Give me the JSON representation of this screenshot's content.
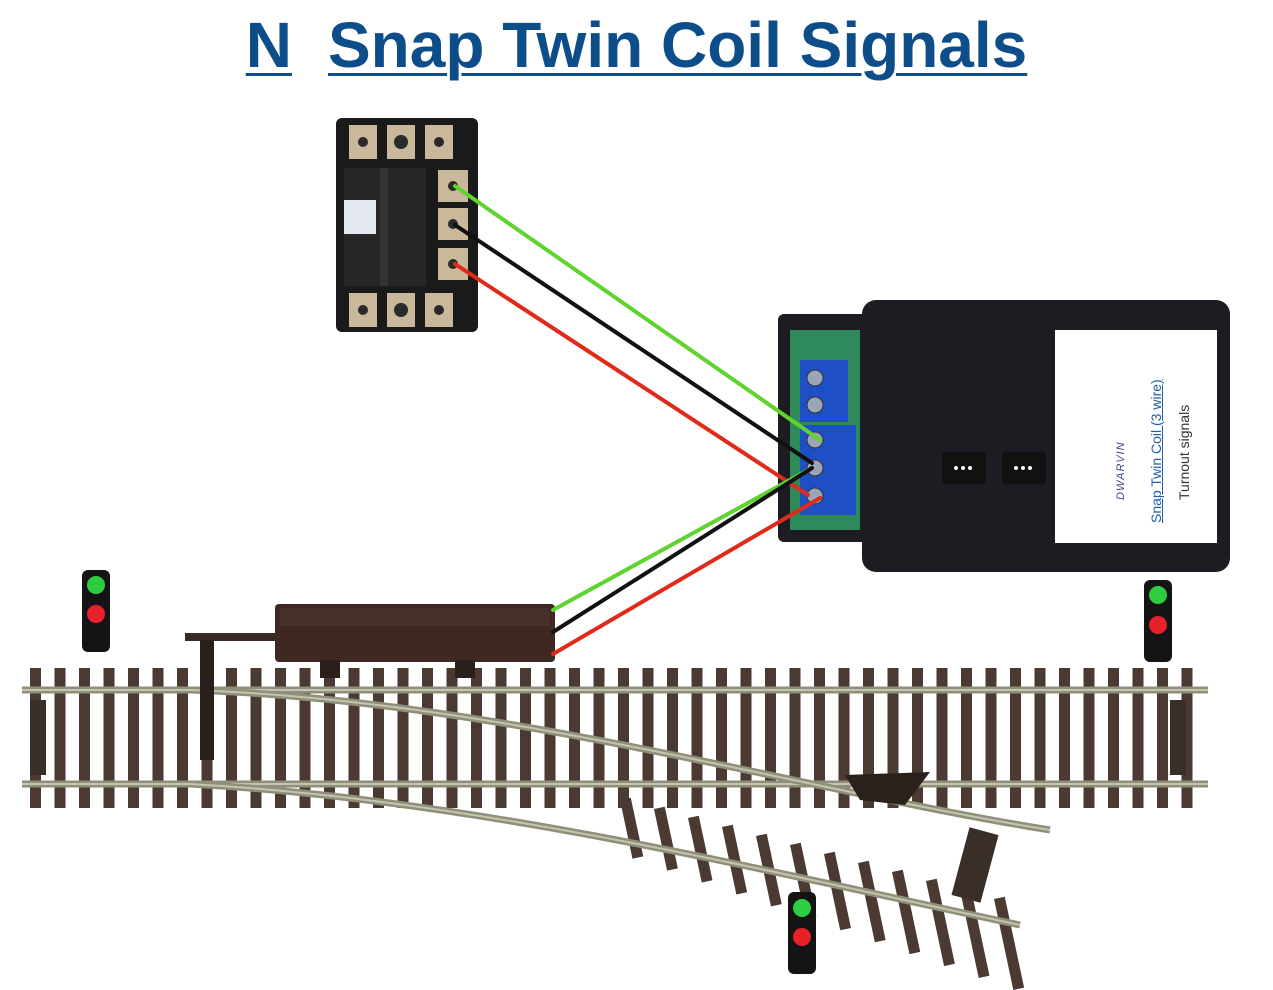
{
  "title": {
    "scale": "N",
    "text": "Snap Twin Coil Signals"
  },
  "module_label": {
    "brand": "DWARVIN",
    "product": "Snap Twin Coil (3 wire)",
    "subtitle": "Turnout signals"
  },
  "colors": {
    "title": "#0d4e8a",
    "wire_green": "#5fd32e",
    "wire_black": "#111111",
    "wire_red": "#e02a1a",
    "module_body": "#1c1c22",
    "pcb": "#2e8a5a",
    "terminal_blue": "#1f4fc4",
    "switch_body": "#1a1a1a",
    "track_tie": "#4a3a32",
    "rail": "#9a9a86",
    "signal_green": "#2ecc40",
    "signal_red": "#e8202a"
  },
  "icons": {
    "switch": "atlas-control-switch-icon",
    "module": "signal-controller-module-icon",
    "turnout": "turnout-track-icon",
    "signal": "two-aspect-signal-icon"
  }
}
